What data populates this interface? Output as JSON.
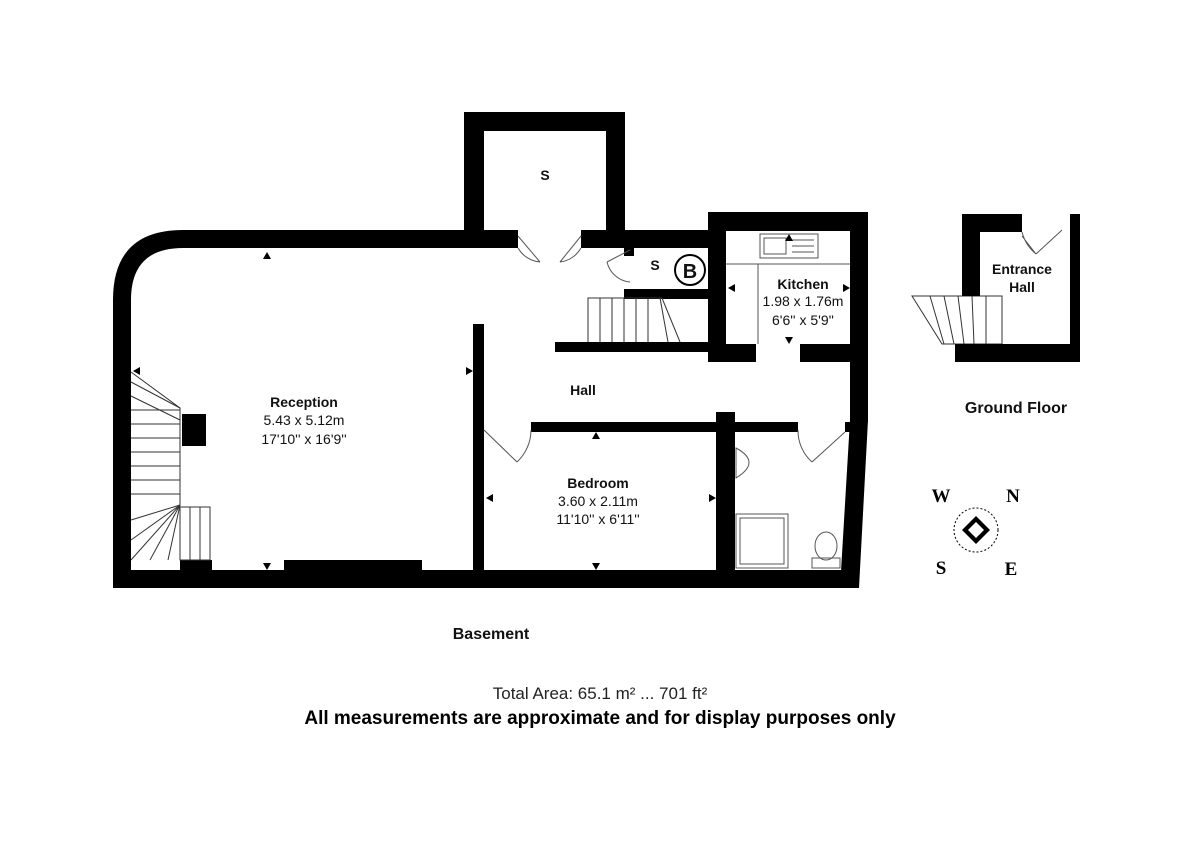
{
  "floors": {
    "basement": {
      "label": "Basement",
      "rooms": {
        "reception": {
          "name": "Reception",
          "metric": "5.43 x 5.12m",
          "imperial": "17'10'' x 16'9''"
        },
        "kitchen": {
          "name": "Kitchen",
          "metric": "1.98 x 1.76m",
          "imperial": "6'6'' x 5'9''"
        },
        "bedroom": {
          "name": "Bedroom",
          "metric": "3.60 x 2.11m",
          "imperial": "11'10'' x 6'11''"
        },
        "hall": {
          "name": "Hall"
        },
        "store_top": {
          "name": "S"
        },
        "store_small": {
          "name": "S"
        }
      },
      "boiler_marker": "B"
    },
    "ground": {
      "label": "Ground Floor",
      "rooms": {
        "entrance_hall": {
          "line1": "Entrance",
          "line2": "Hall"
        }
      }
    }
  },
  "compass": {
    "w": "W",
    "n": "N",
    "s": "S",
    "e": "E"
  },
  "footer": {
    "total_area": "Total Area: 65.1 m² ... 701 ft²",
    "disclaimer": "All measurements are approximate and for display purposes only"
  },
  "colors": {
    "wall": "#000000",
    "background": "#ffffff",
    "fixture": "#555555"
  }
}
